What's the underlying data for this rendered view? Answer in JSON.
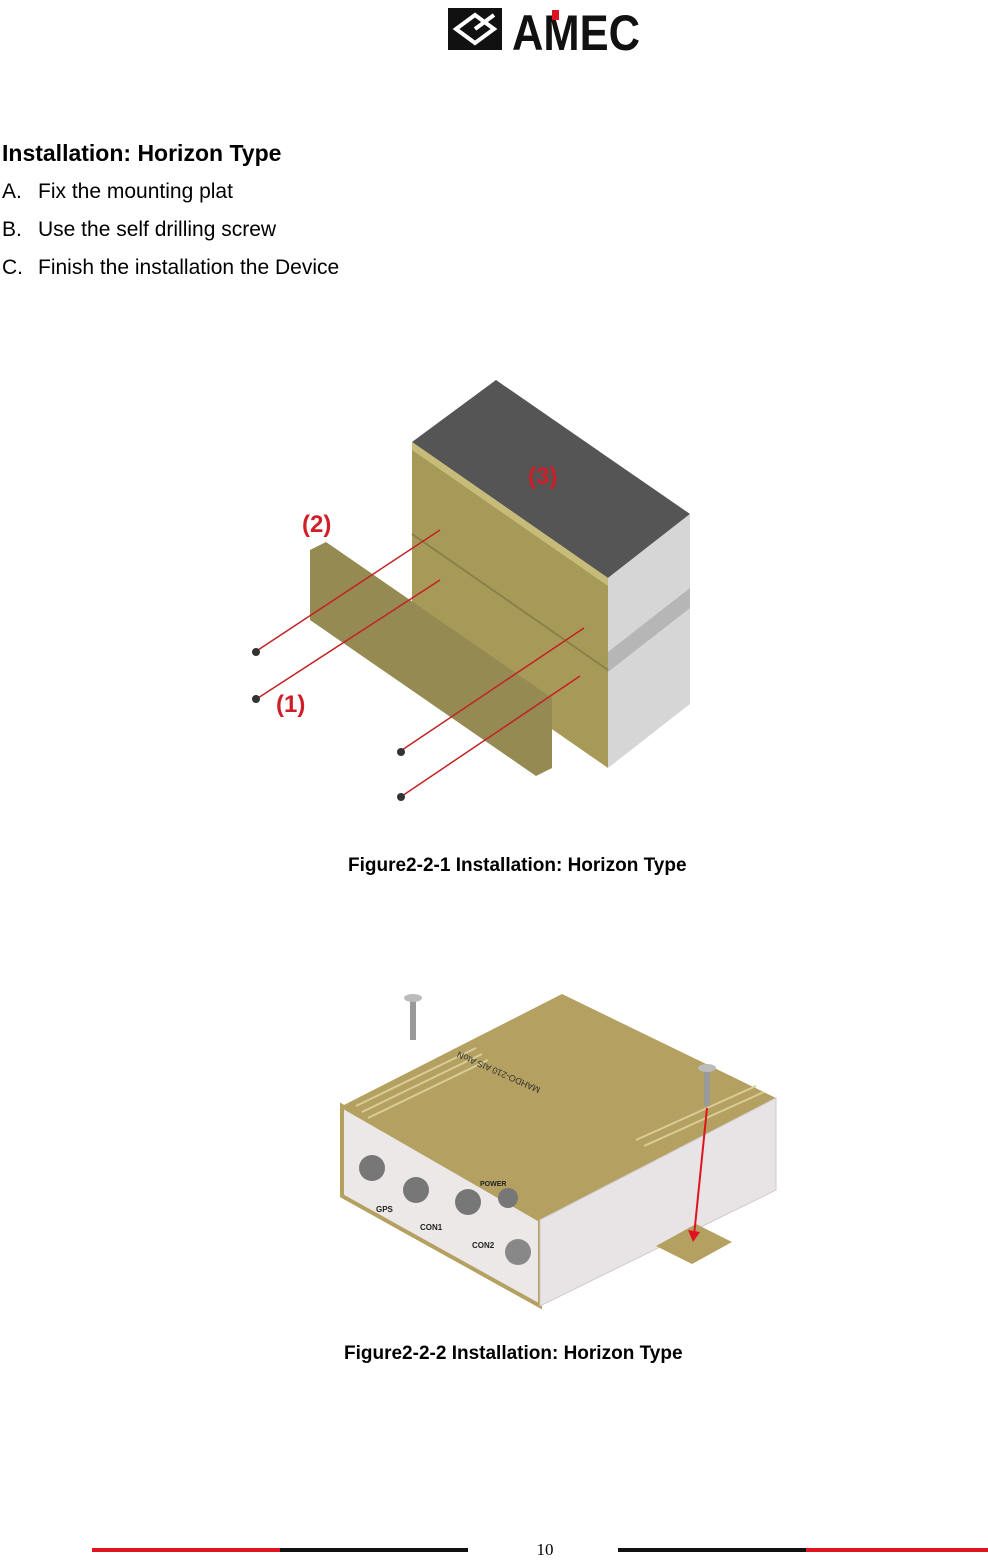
{
  "header": {
    "logo_text": "AMEC"
  },
  "section": {
    "title": "Installation: Horizon Type",
    "steps": [
      {
        "letter": "A.",
        "text": "Fix the mounting plat"
      },
      {
        "letter": "B.",
        "text": "Use the self drilling screw"
      },
      {
        "letter": "C.",
        "text": "Finish the installation the Device"
      }
    ]
  },
  "figure1": {
    "caption": "Figure2-2-1 Installation: Horizon Type",
    "labels": {
      "one": "(1)",
      "two": "(2)",
      "three": "(3)"
    }
  },
  "figure2": {
    "caption": "Figure2-2-2 Installation: Horizon Type",
    "device_labels": {
      "gps": "GPS",
      "con1": "CON1",
      "con2": "CON2",
      "power": "POWER",
      "model": "MAHDO-210 AIS AtoN"
    }
  },
  "footer": {
    "page_number": "10"
  },
  "colors": {
    "accent_red": "#e0141e",
    "device_gold": "#b4a060",
    "device_panel": "#ece8e8"
  }
}
